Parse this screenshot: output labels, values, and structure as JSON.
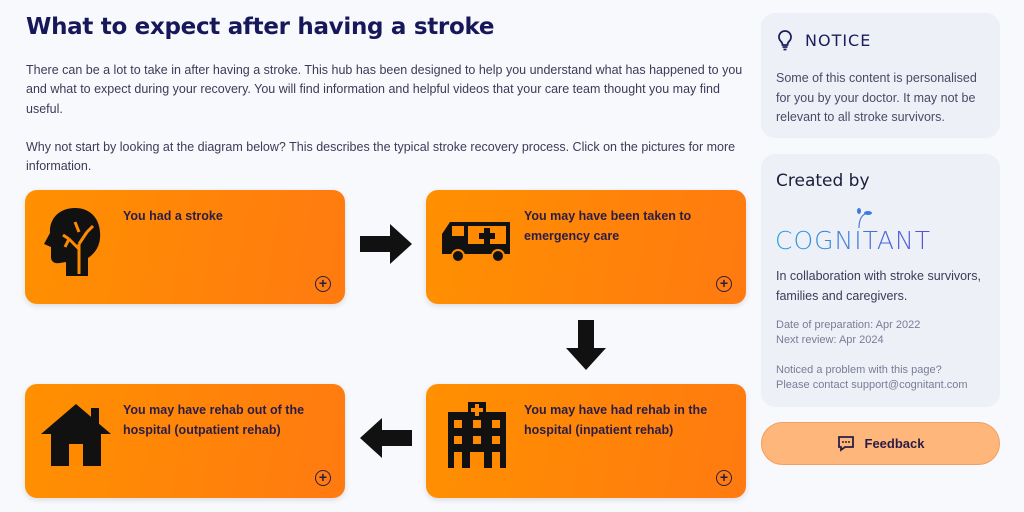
{
  "title": "What to expect after having a stroke",
  "intro": [
    "There can be a lot to take in after having a stroke. This hub has been designed to help you understand what has happened to you and what to expect during your recovery. You will find information and helpful videos that your care team thought you may find useful.",
    "Why not start by looking at the diagram below? This describes the typical stroke recovery process. Click on the pictures for more information."
  ],
  "steps": [
    {
      "label": "You had a stroke",
      "icon": "head-brain-icon"
    },
    {
      "label": "You may have been taken to emergency care",
      "icon": "ambulance-icon"
    },
    {
      "label": "You may have had rehab in the hospital (inpatient rehab)",
      "icon": "hospital-icon"
    },
    {
      "label": "You may have rehab out of the hospital (outpatient rehab)",
      "icon": "house-icon"
    }
  ],
  "notice": {
    "heading": "NOTICE",
    "text": "Some of this content is personalised for you by your doctor. It may not be relevant to all stroke survivors."
  },
  "created": {
    "heading": "Created by",
    "logo": "COGNITANT",
    "collab": "In collaboration with stroke survivors, families and caregivers.",
    "prep": "Date of preparation: Apr 2022",
    "review": "Next review: Apr 2024",
    "problem": "Noticed a problem with this page?",
    "contact": "Please contact support@cognitant.com"
  },
  "feedback": "Feedback",
  "colors": {
    "card": "#ff8a00",
    "navy": "#17185a",
    "feedback": "#ffb67a"
  }
}
